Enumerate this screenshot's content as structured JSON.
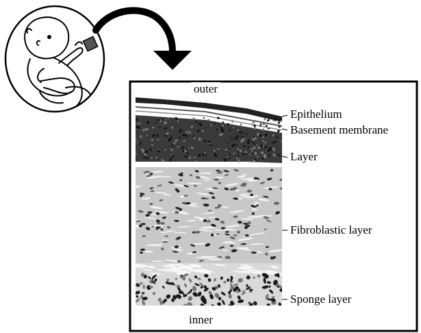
{
  "labels": {
    "outer": "outer",
    "inner": "inner",
    "epithelium": "Epithelium",
    "basement_membrane": "Basement membrane",
    "layer": "Layer",
    "fibroblastic_layer": "Fibroblastic layer",
    "sponge_layer": "Sponge layer"
  }
}
